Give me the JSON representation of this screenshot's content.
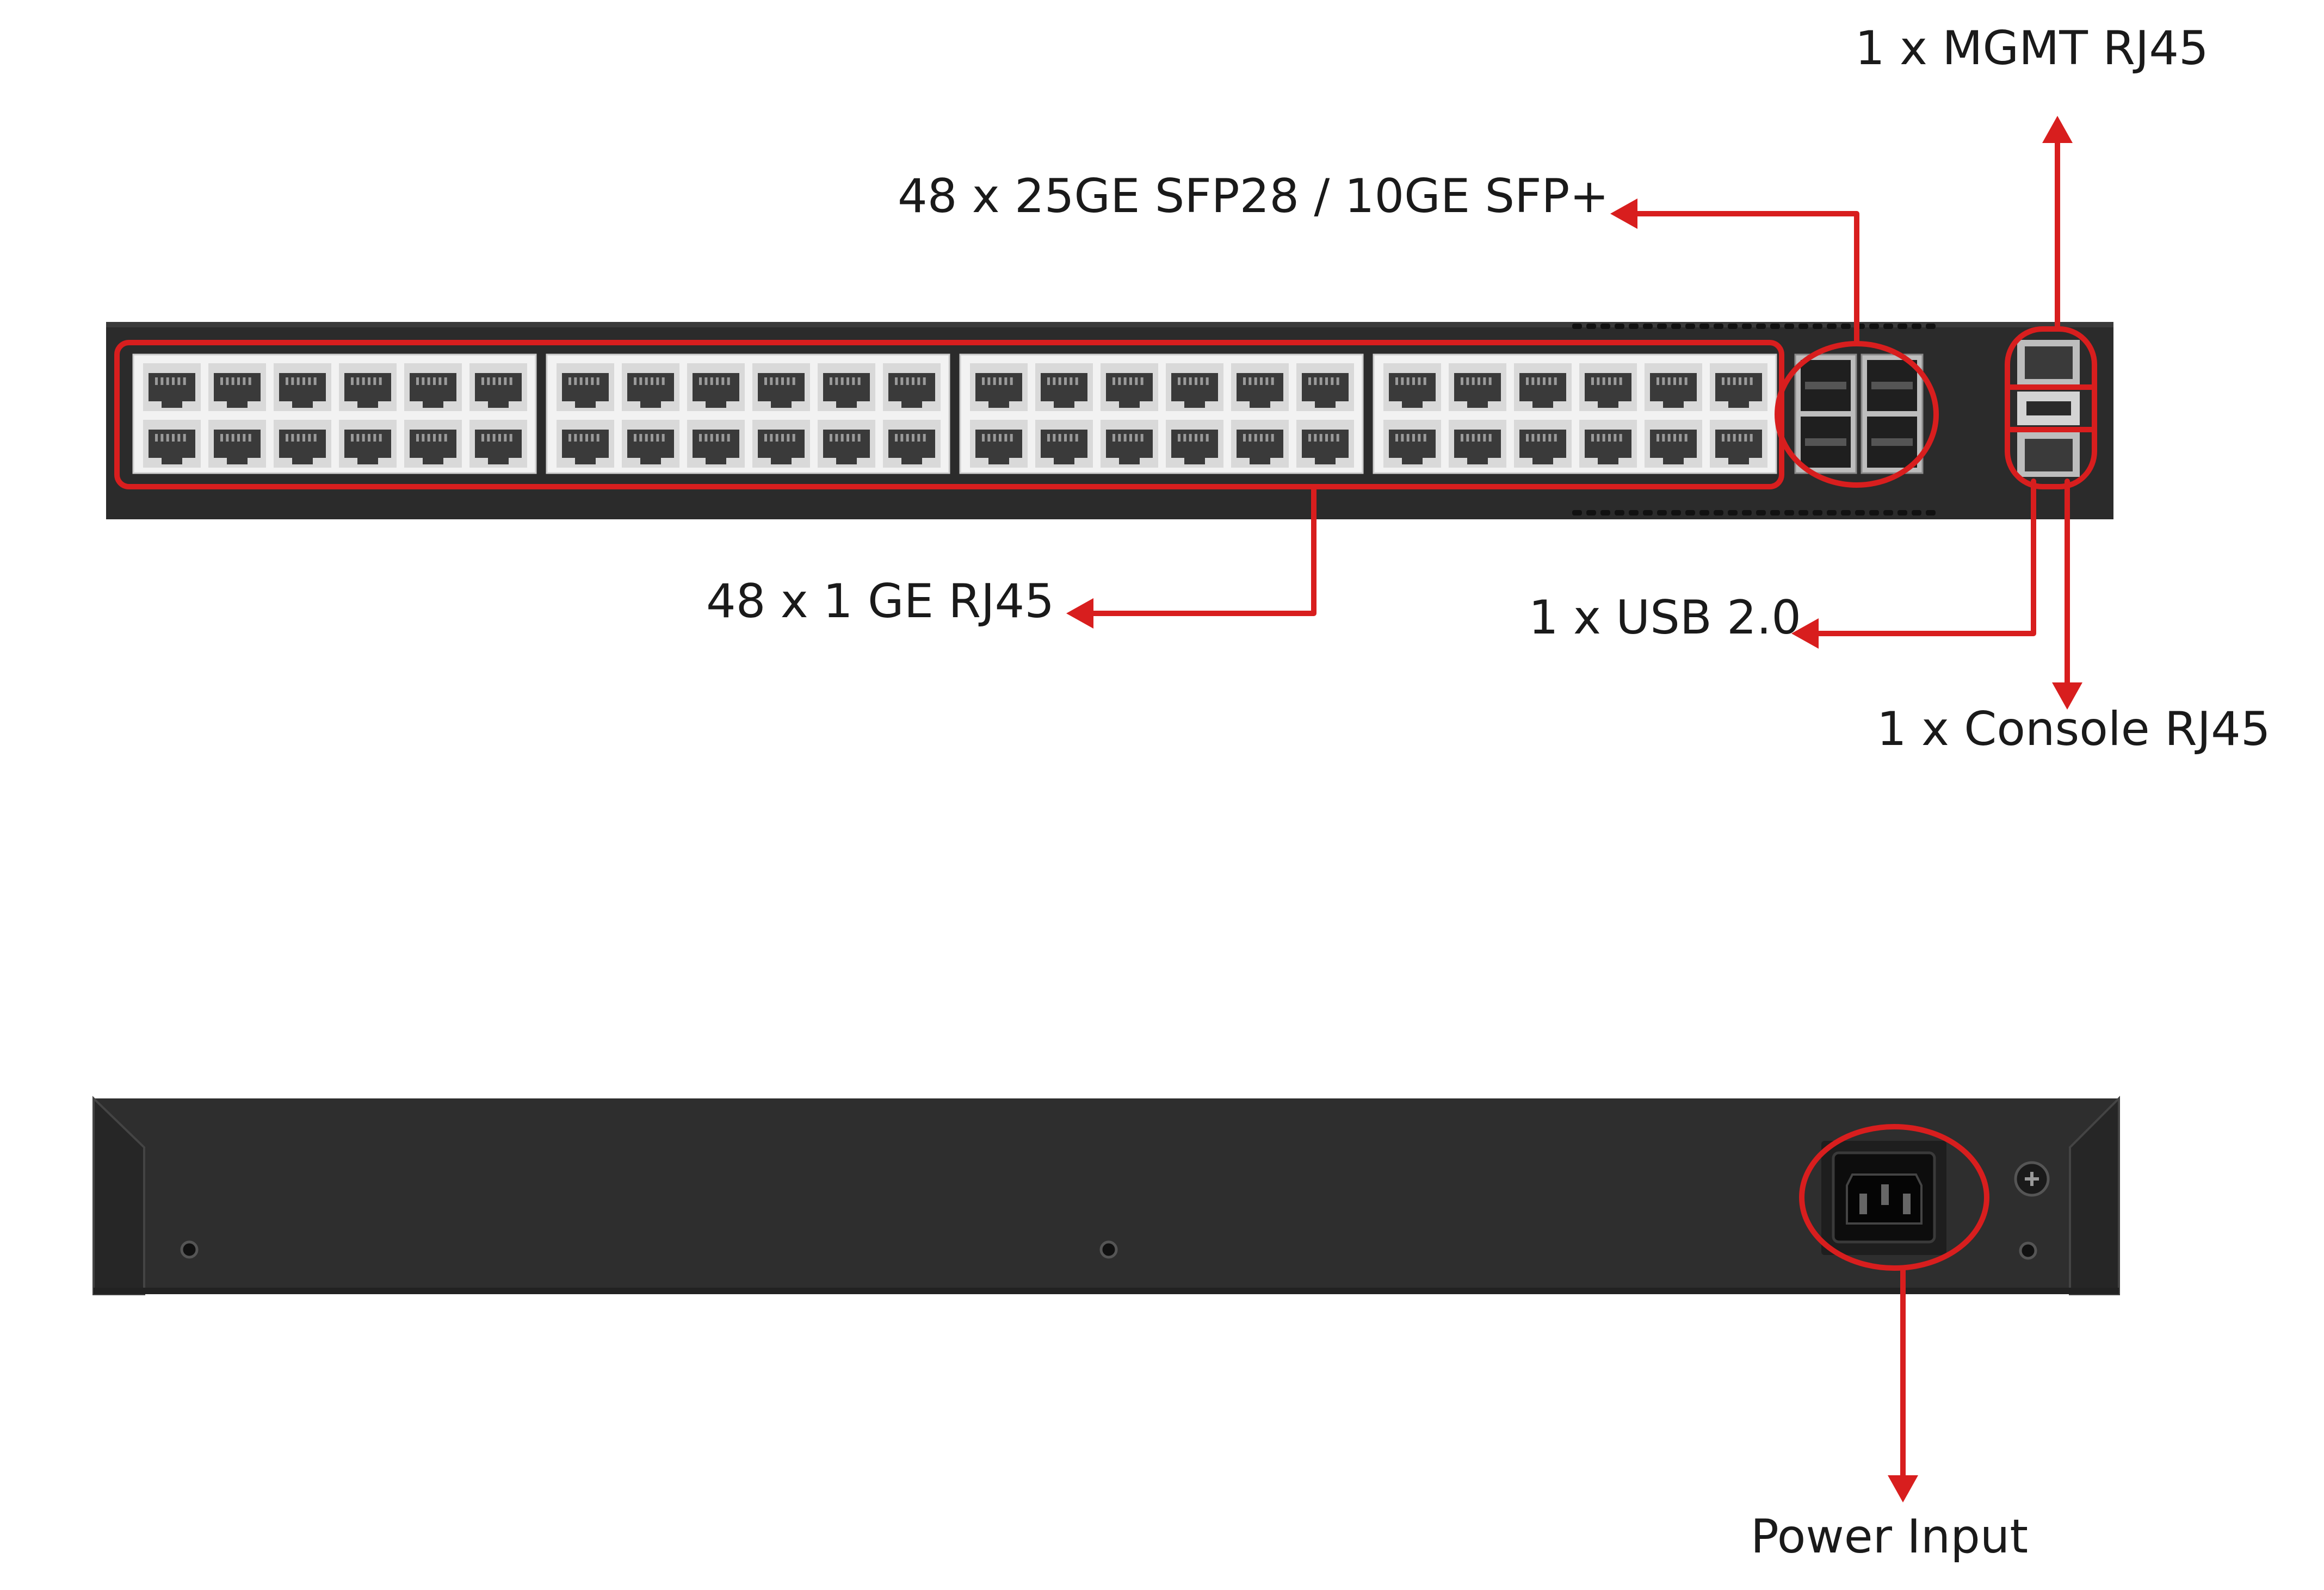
{
  "colors": {
    "accent": "#d81e1e",
    "chassis": "#2b2b2b",
    "chassis_dark": "#1e1e1e",
    "port_panel": "#f4f4f4",
    "port": "#3a3a3a",
    "label": "#1a1a1a"
  },
  "icons": {
    "arrow": "arrow-head-icon",
    "screw": "screw-icon",
    "ground": "ground-screw-icon"
  },
  "labels": {
    "mgmt": "1 x MGMT RJ45",
    "sfp": "48 x 25GE SFP28 / 10GE SFP+",
    "rj45": "48 x 1 GE RJ45",
    "usb": "1 x USB 2.0",
    "console": "1 x Console RJ45",
    "power": "Power Input"
  }
}
